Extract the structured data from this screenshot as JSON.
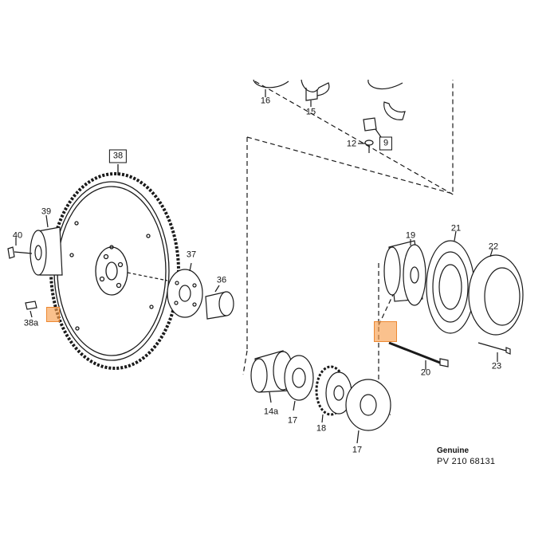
{
  "labels": {
    "p38": "38",
    "p39": "39",
    "p40": "40",
    "p38a": "38a",
    "p37": "37",
    "p36": "36",
    "p16": "16",
    "p15": "15",
    "p12": "12",
    "p9": "9",
    "p19": "19",
    "p21": "21",
    "p22": "22",
    "p20": "20",
    "p23": "23",
    "p14a": "14a",
    "p17a": "17",
    "p18": "18",
    "p17b": "17"
  },
  "caption": {
    "line1": "Genuine",
    "line2": "PV 210 68131"
  },
  "colors": {
    "line": "#1a1a1a",
    "highlight": "#f7a050"
  }
}
